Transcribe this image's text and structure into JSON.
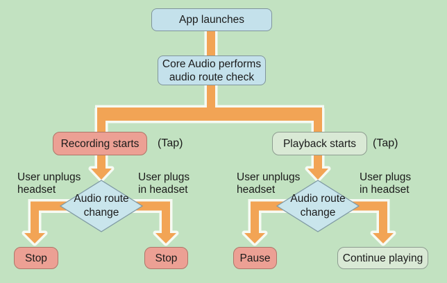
{
  "diagram": {
    "nodes": {
      "app_launches": "App launches",
      "core_audio_line1": "Core Audio performs",
      "core_audio_line2": "audio route check"
    },
    "branches": {
      "left": {
        "trigger": "Recording starts",
        "tap_label": "(Tap)",
        "decision_line1": "Audio route",
        "decision_line2": "change",
        "unplug_line1": "User unplugs",
        "unplug_line2": "headset",
        "plug_line1": "User plugs",
        "plug_line2": "in headset",
        "unplug_outcome": "Stop",
        "plug_outcome": "Stop"
      },
      "right": {
        "trigger": "Playback starts",
        "tap_label": "(Tap)",
        "decision_line1": "Audio route",
        "decision_line2": "change",
        "unplug_line1": "User unplugs",
        "unplug_line2": "headset",
        "plug_line1": "User plugs",
        "plug_line2": "in headset",
        "unplug_outcome": "Pause",
        "plug_outcome": "Continue playing"
      }
    },
    "colors": {
      "background": "#c2e2c1",
      "connector_orange": "#f2a455",
      "connector_outline": "#f6faf3",
      "process_fill": "#c4e1eb",
      "process_border": "#7f949c",
      "action_fill": "#eca094",
      "action_border": "#ad7568",
      "neutral_fill": "#d9e9d5",
      "neutral_border": "#8d9c90",
      "decision_fill": "#c9e5ec",
      "decision_border": "#7f99a3",
      "text": "#1a1a1a"
    }
  }
}
